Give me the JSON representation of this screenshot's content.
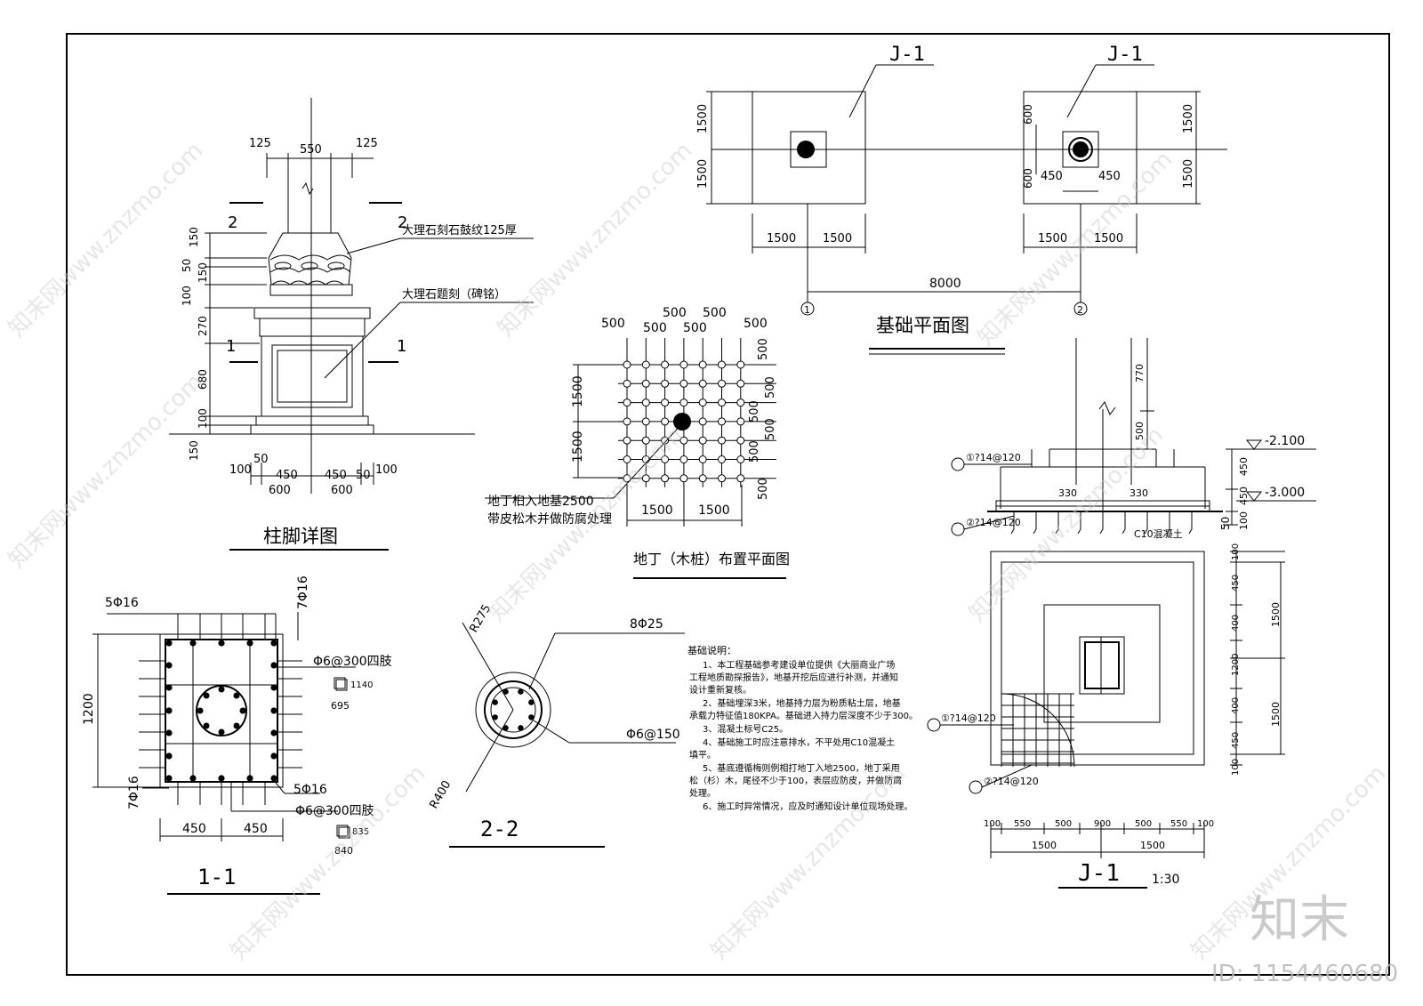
{
  "drawing": {
    "titles": {
      "column_foot": "柱脚详图",
      "foundation_plan": "基础平面图",
      "pile_plan": "地丁（木桩）布置平面图",
      "section_11": "1-1",
      "section_22": "2-2",
      "j1_detail": "J-1",
      "j1_scale": "1:30"
    },
    "column_foot": {
      "top_dims": [
        "125",
        "550",
        "125"
      ],
      "left_dims": [
        "150",
        "50",
        "150",
        "100",
        "270",
        "680",
        "100",
        "150"
      ],
      "bottom_dims_a": [
        "100",
        "50",
        "450",
        "450",
        "50",
        "100"
      ],
      "bottom_dims_b": [
        "600",
        "600"
      ],
      "note1": "大理石刻石鼓纹125厚",
      "note2": "大理石题刻（碑铭）",
      "cut_mark_2": "2",
      "cut_mark_1": "1"
    },
    "foundation_plan": {
      "tag_left": "J-1",
      "tag_right": "J-1",
      "dims_left_v": [
        "1500",
        "1500"
      ],
      "dims_left_h": [
        "1500",
        "1500"
      ],
      "dims_right_v": [
        "1500",
        "1500"
      ],
      "dims_right_h": [
        "1500",
        "1500"
      ],
      "dims_right_inner_v": [
        "600",
        "600"
      ],
      "dims_right_inner_h": [
        "450",
        "450"
      ],
      "span": "8000",
      "axis_1": "1",
      "axis_2": "2"
    },
    "pile_plan": {
      "top_dims_row1": [
        "500",
        "500"
      ],
      "top_dims_row2": [
        "500",
        "500",
        "500",
        "500"
      ],
      "left_dims": [
        "1500",
        "1500"
      ],
      "right_dims": [
        "500",
        "500",
        "500",
        "500",
        "500",
        "500"
      ],
      "bottom_dims": [
        "1500",
        "1500"
      ],
      "note_line1": "地丁桕入地基2500",
      "note_line2": "带皮松木并做防腐处理"
    },
    "section_11": {
      "top_label": "5Φ16",
      "right_top_label": "7Φ16",
      "stirrup_label": "Φ6@300四肢",
      "stirrup_dim1": "1140",
      "stirrup_dim2": "695",
      "left_dim": "1200",
      "left_bottom_label": "7Φ16",
      "bottom_label": "5Φ16",
      "stirrup_label2": "Φ6@300四肢",
      "stirrup_dim3": "835",
      "stirrup_dim4": "840",
      "bottom_dims": [
        "450",
        "450"
      ]
    },
    "section_22": {
      "r_inner": "R275",
      "r_outer": "R400",
      "bars": "8Φ25",
      "stirrup": "Φ6@150"
    },
    "notes": {
      "heading": "基础说明：",
      "lines": [
        "1、本工程基础参考建设单位提供《大丽商业广场",
        "工程地质勘探报告》，地基开挖后应进行补测，并通知",
        "设计重新复核。",
        "2、基础埋深3米，地基持力层为粉质粘土层，地基",
        "承载力特征值180KPA。基础进入持力层深度不少于300。",
        "3、混凝土标号C25。",
        "4、基础施工时应注意排水，不平处用C10混凝土",
        "填平。",
        "5、基底遵循梅则例相打地丁入地2500，地丁采用",
        "松（杉）木，尾径不少于100，表层应防皮，并做防腐",
        "处理。",
        "6、施工时异常情况，应及时通知设计单位现场处理。"
      ]
    },
    "j1_detail": {
      "elev1": "-2.100",
      "elev2": "-3.000",
      "rebar1": "①?14@120",
      "rebar2": "②?14@120",
      "c10": "C10混凝土",
      "dims_top_v": [
        "770",
        "500"
      ],
      "dims_mid": [
        "330",
        "330"
      ],
      "dims_side": [
        "450",
        "450",
        "100",
        "50"
      ],
      "dims_right_v": [
        "100",
        "450",
        "400",
        "1200",
        "400",
        "450",
        "100"
      ],
      "dims_right_total": [
        "1500",
        "1500"
      ],
      "dims_bottom": [
        "100",
        "550",
        "500",
        "900",
        "500",
        "550",
        "100"
      ],
      "dims_bottom_total": [
        "1500",
        "1500"
      ],
      "rebar3": "①?14@120",
      "rebar4": "②?14@120"
    },
    "watermark": {
      "site": "知末网www.znzmo.com",
      "brand": "知末",
      "id": "ID: 1154460680"
    }
  }
}
